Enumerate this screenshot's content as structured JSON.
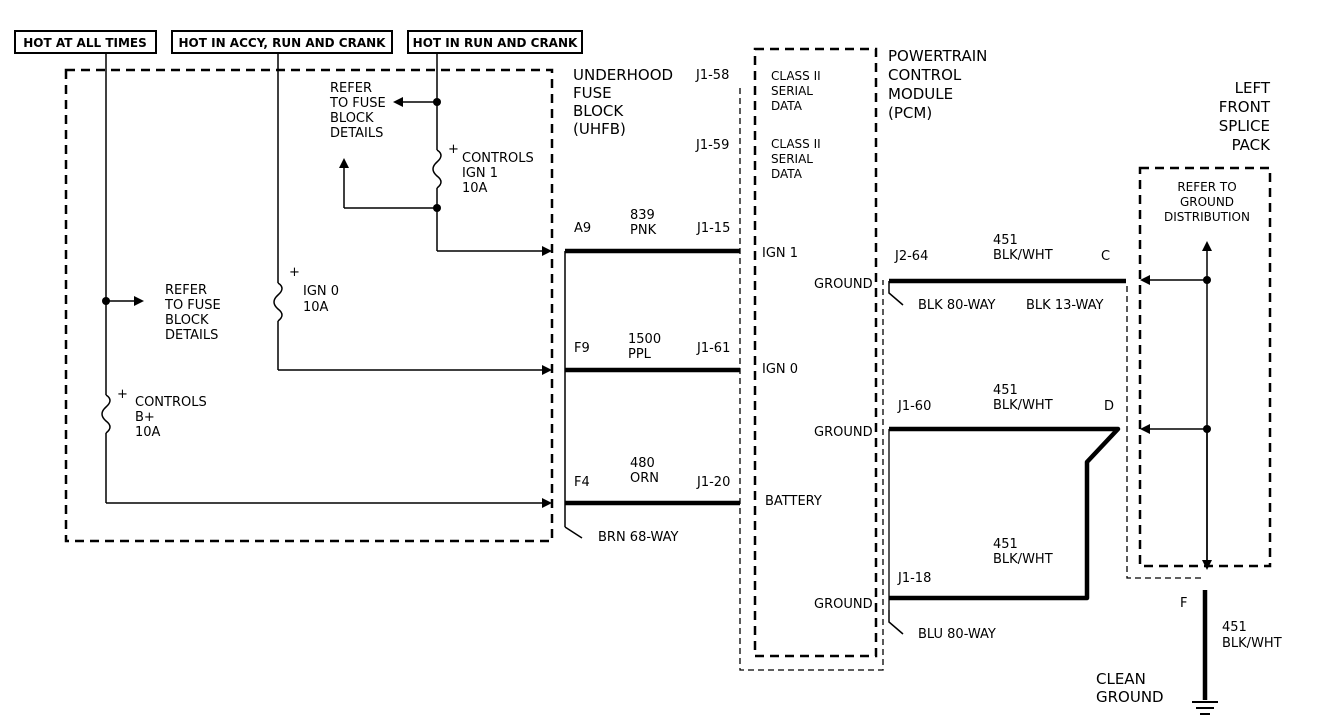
{
  "power_labels": {
    "hot_all_times": "HOT AT ALL TIMES",
    "hot_accy_run_crank": "HOT IN ACCY, RUN AND CRANK",
    "hot_run_crank": "HOT IN RUN AND CRANK"
  },
  "uhfb": {
    "title": [
      "UNDERHOOD",
      "FUSE",
      "BLOCK",
      "(UHFB)"
    ],
    "refer_top": [
      "REFER",
      "TO FUSE",
      "BLOCK",
      "DETAILS"
    ],
    "refer_left": [
      "REFER",
      "TO FUSE",
      "BLOCK",
      "DETAILS"
    ],
    "fuse_ign1": [
      "CONTROLS",
      "IGN 1",
      "10A"
    ],
    "fuse_ign0": [
      "IGN 0",
      "10A"
    ],
    "fuse_bplus": [
      "CONTROLS",
      "B+",
      "10A"
    ],
    "connector_note": "BRN 68-WAY",
    "plus": "+"
  },
  "circuits": [
    {
      "pin": "A9",
      "number": "839",
      "color": "PNK",
      "pcm_pin": "J1-15",
      "pcm_label": "IGN 1"
    },
    {
      "pin": "F9",
      "number": "1500",
      "color": "PPL",
      "pcm_pin": "J1-61",
      "pcm_label": "IGN 0"
    },
    {
      "pin": "F4",
      "number": "480",
      "color": "ORN",
      "pcm_pin": "J1-20",
      "pcm_label": "BATTERY"
    }
  ],
  "pcm": {
    "title": [
      "POWERTRAIN",
      "CONTROL",
      "MODULE",
      "(PCM)"
    ],
    "serial": [
      {
        "pin": "J1-58",
        "label": [
          "CLASS II",
          "SERIAL",
          "DATA"
        ]
      },
      {
        "pin": "J1-59",
        "label": [
          "CLASS II",
          "SERIAL",
          "DATA"
        ]
      }
    ],
    "ground_label": "GROUND",
    "blk_note": "BLK 80-WAY",
    "blu_note": "BLU 80-WAY"
  },
  "grounds": [
    {
      "pcm_pin": "J2-64",
      "number": "451",
      "color": "BLK/WHT",
      "splice_pin": "C"
    },
    {
      "pcm_pin": "J1-60",
      "number": "451",
      "color": "BLK/WHT",
      "splice_pin": "D"
    },
    {
      "pcm_pin": "J1-18",
      "number": "451",
      "color": "BLK/WHT"
    }
  ],
  "splice": {
    "title": [
      "LEFT",
      "FRONT",
      "SPLICE",
      "PACK"
    ],
    "refer": [
      "REFER TO",
      "GROUND",
      "DISTRIBUTION"
    ],
    "connector_note": "BLK 13-WAY",
    "out_pin": "F",
    "out_number": "451",
    "out_color": "BLK/WHT",
    "clean_ground": [
      "CLEAN",
      "GROUND"
    ]
  }
}
